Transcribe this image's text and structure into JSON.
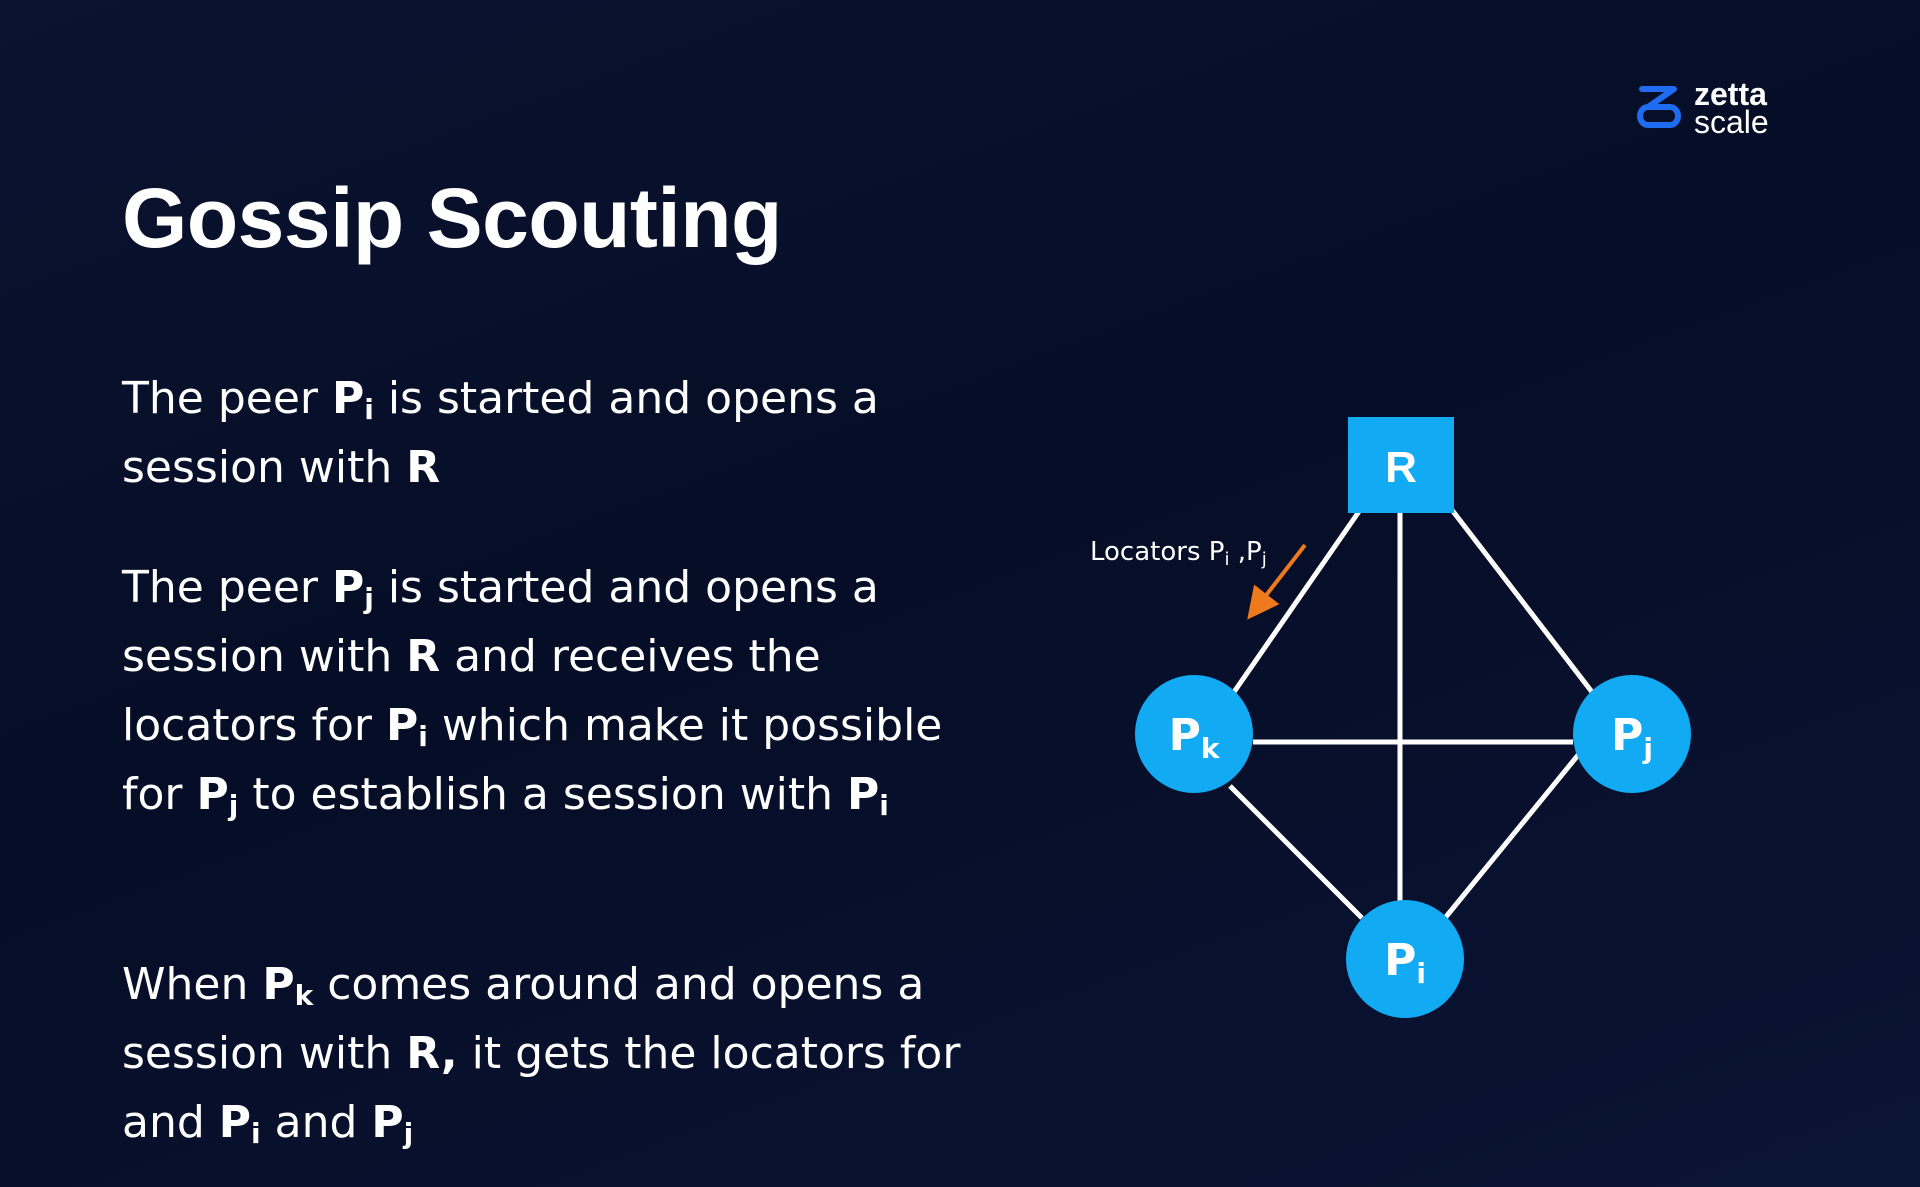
{
  "logo": {
    "line1": "zetta",
    "line2": "scale"
  },
  "title": "Gossip Scouting",
  "paragraphs": [
    {
      "id": "p1",
      "segments": [
        {
          "text": "The peer "
        },
        {
          "text": "P",
          "bold": true
        },
        {
          "text": "i",
          "bold": true,
          "sub": true
        },
        {
          "text": " is started and opens  a session with "
        },
        {
          "text": "R",
          "bold": true
        }
      ]
    },
    {
      "id": "p2",
      "segments": [
        {
          "text": "The peer "
        },
        {
          "text": "P",
          "bold": true
        },
        {
          "text": "j",
          "bold": true,
          "sub": true
        },
        {
          "text": " is started and opens  a session with "
        },
        {
          "text": "R",
          "bold": true
        },
        {
          "text": " and receives the locators for "
        },
        {
          "text": "P",
          "bold": true
        },
        {
          "text": "i",
          "bold": true,
          "sub": true
        },
        {
          "text": "  which make it possible for "
        },
        {
          "text": "P",
          "bold": true
        },
        {
          "text": "j",
          "bold": true,
          "sub": true
        },
        {
          "text": "   to establish a session with "
        },
        {
          "text": "P",
          "bold": true
        },
        {
          "text": "i",
          "bold": true,
          "sub": true
        }
      ]
    },
    {
      "id": "p3",
      "segments": [
        {
          "text": "When "
        },
        {
          "text": "P",
          "bold": true
        },
        {
          "text": "k",
          "bold": true,
          "sub": true
        },
        {
          "text": " comes around and opens a session with "
        },
        {
          "text": "R,",
          "bold": true
        },
        {
          "text": " it gets the locators for and "
        },
        {
          "text": "P",
          "bold": true
        },
        {
          "text": "i",
          "bold": true,
          "sub": true
        },
        {
          "text": " and "
        },
        {
          "text": "P",
          "bold": true
        },
        {
          "text": "j",
          "bold": true,
          "sub": true
        }
      ]
    }
  ],
  "diagram": {
    "router": {
      "label": "R"
    },
    "peers": {
      "pk": {
        "label": "P",
        "sub": "k"
      },
      "pj": {
        "label": "P",
        "sub": "j"
      },
      "pi": {
        "label": "P",
        "sub": "i"
      }
    },
    "annotation": {
      "text": "Locators P",
      "sub1": "i",
      "mid": " ,P",
      "sub2": "j"
    },
    "colors": {
      "node": "#12aaf2",
      "edge": "#ffffff",
      "arrow": "#ef7a1e",
      "logo": "#1f6bf2"
    }
  }
}
